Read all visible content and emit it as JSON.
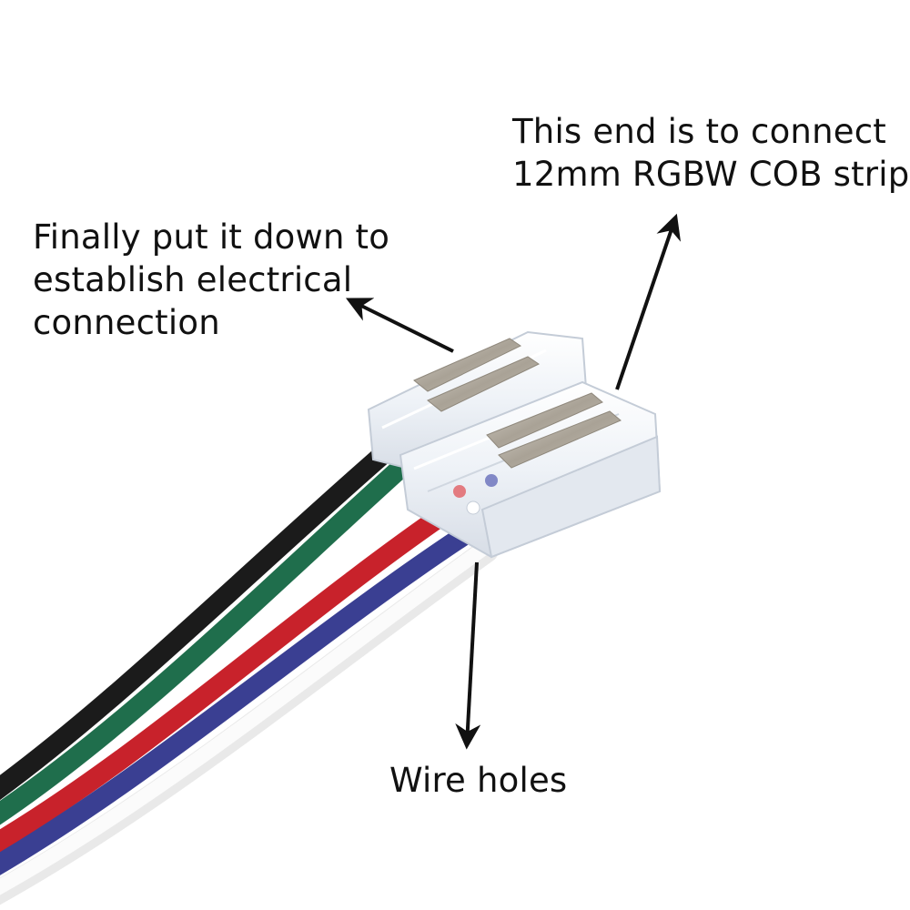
{
  "annotations": {
    "connect_end": {
      "lines": [
        "This end is to connect",
        "12mm RGBW COB strip"
      ]
    },
    "put_down": {
      "lines": [
        "Finally put it down to",
        "establish electrical",
        "connection"
      ]
    },
    "wire_holes": {
      "text": "Wire holes"
    }
  },
  "wires": [
    {
      "name": "black",
      "color": "#1b1b1b"
    },
    {
      "name": "green",
      "color": "#1f6e4c"
    },
    {
      "name": "red",
      "color": "#c8222b"
    },
    {
      "name": "blue",
      "color": "#3a3f92"
    },
    {
      "name": "white",
      "color": "#f4f4f4"
    }
  ],
  "colors": {
    "text": "#111111",
    "arrow": "#111111",
    "connector_body": "#eef2f7",
    "metal_pin": "#bdb7ad"
  }
}
